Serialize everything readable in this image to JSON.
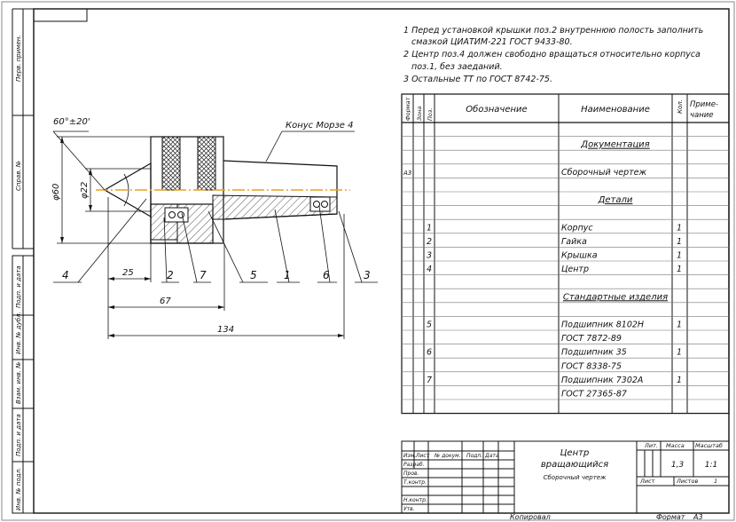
{
  "notes": [
    "1 Перед установкой крышки поз.2 внутреннюю полость заполнить",
    "смазкой ЦИАТИМ-221 ГОСТ 9433-80.",
    "2 Центр поз.4 должен свободно вращаться относительно корпуса",
    "поз.1, без заеданий.",
    "3 Остальные ТТ по ГОСТ 8742-75."
  ],
  "drawing": {
    "angle_label": "60°±20'",
    "taper_label": "Конус Морзе 4",
    "dia_60": "φ60",
    "dia_22": "φ22",
    "dim_25": "25",
    "dim_67": "67",
    "dim_134": "134",
    "callouts": [
      "4",
      "2",
      "7",
      "5",
      "1",
      "6",
      "3"
    ]
  },
  "left_strip": {
    "top": [
      "Перв. примен.",
      "Справ. №"
    ],
    "bottom": [
      "Подп. и дата",
      "Инв. № дубл.",
      "Взам. инв. №",
      "Подп. и дата",
      "Инв. № подл."
    ]
  },
  "spec": {
    "headers": {
      "format": "Формат",
      "zone": "Зона",
      "pos": "Поз.",
      "designation": "Обозначение",
      "name": "Наименование",
      "qty": "Кол.",
      "note1": "Приме-",
      "note2": "чание"
    },
    "rows": [
      {
        "format": "",
        "pos": "",
        "name": "",
        "qty": ""
      },
      {
        "format": "",
        "pos": "",
        "name": "Документация",
        "qty": "",
        "section": true
      },
      {
        "format": "",
        "pos": "",
        "name": "",
        "qty": ""
      },
      {
        "format": "А3",
        "pos": "",
        "name": "Сборочный чертеж",
        "qty": ""
      },
      {
        "format": "",
        "pos": "",
        "name": "",
        "qty": ""
      },
      {
        "format": "",
        "pos": "",
        "name": "Детали",
        "qty": "",
        "section": true
      },
      {
        "format": "",
        "pos": "",
        "name": "",
        "qty": ""
      },
      {
        "format": "",
        "pos": "1",
        "name": "Корпус",
        "qty": "1"
      },
      {
        "format": "",
        "pos": "2",
        "name": "Гайка",
        "qty": "1"
      },
      {
        "format": "",
        "pos": "3",
        "name": "Крышка",
        "qty": "1"
      },
      {
        "format": "",
        "pos": "4",
        "name": "Центр",
        "qty": "1"
      },
      {
        "format": "",
        "pos": "",
        "name": "",
        "qty": ""
      },
      {
        "format": "",
        "pos": "",
        "name": "Стандартные изделия",
        "qty": "",
        "section": true
      },
      {
        "format": "",
        "pos": "",
        "name": "",
        "qty": ""
      },
      {
        "format": "",
        "pos": "5",
        "name": "Подшипник 8102Н",
        "qty": "1"
      },
      {
        "format": "",
        "pos": "",
        "name": "ГОСТ 7872-89",
        "qty": ""
      },
      {
        "format": "",
        "pos": "6",
        "name": "Подшипник 35",
        "qty": "1"
      },
      {
        "format": "",
        "pos": "",
        "name": "ГОСТ 8338-75",
        "qty": ""
      },
      {
        "format": "",
        "pos": "7",
        "name": "Подшипник 7302А",
        "qty": "1"
      },
      {
        "format": "",
        "pos": "",
        "name": "ГОСТ 27365-87",
        "qty": ""
      },
      {
        "format": "",
        "pos": "",
        "name": "",
        "qty": ""
      }
    ]
  },
  "title_block": {
    "col_headers": [
      "Изм.",
      "Лист",
      "№ докум.",
      "Подп.",
      "Дата"
    ],
    "roles": [
      "Разраб.",
      "Пров.",
      "Т.контр.",
      "",
      "Н.контр.",
      "Утв."
    ],
    "title1": "Центр",
    "title2": "вращающийся",
    "subtitle": "Сборочный чертеж",
    "lit_label": "Лит.",
    "mass_label": "Масса",
    "scale_label": "Масштаб",
    "mass": "1,3",
    "scale": "1:1",
    "sheet_label": "Лист",
    "sheets_label": "Листов",
    "sheets": "1"
  },
  "footer": {
    "copied": "Копировал",
    "format": "Формат",
    "format_value": "А3"
  }
}
